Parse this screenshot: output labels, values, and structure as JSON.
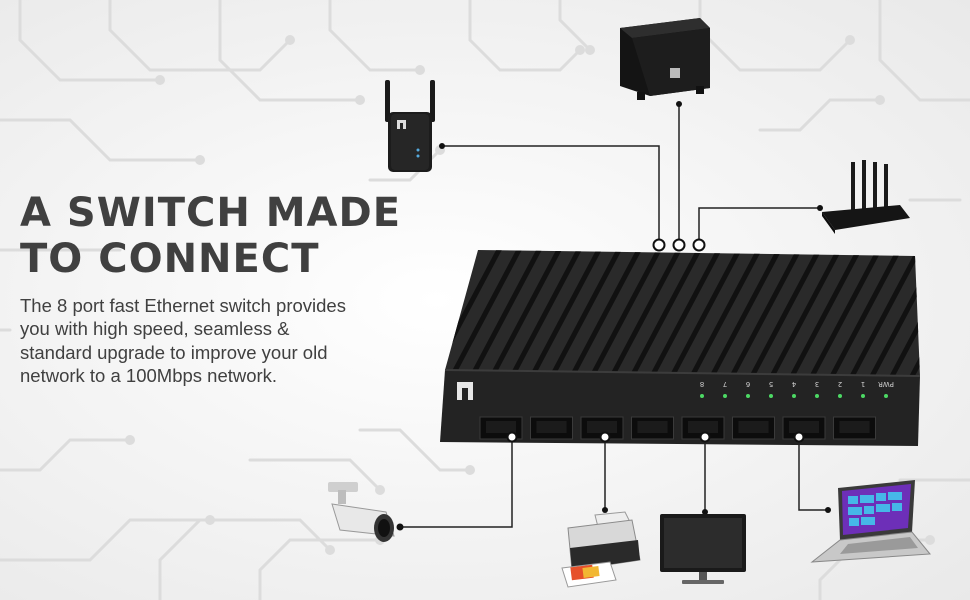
{
  "headline": {
    "line1": "A SWITCH MADE",
    "line2": "TO CONNECT"
  },
  "description": "The 8 port fast Ethernet switch provides you with high speed, seamless & standard upgrade to improve your old network to a 100Mbps network.",
  "switch": {
    "port_labels": [
      "PWR",
      "1",
      "2",
      "3",
      "4",
      "5",
      "6",
      "7",
      "8"
    ],
    "led_color": "#4cd964"
  },
  "colors": {
    "text": "#404040",
    "line": "#222222",
    "device_dark": "#1e1e1e"
  },
  "devices": [
    "wifi-extender",
    "subwoofer-speaker",
    "wireless-router",
    "security-camera",
    "printer",
    "monitor",
    "laptop"
  ]
}
